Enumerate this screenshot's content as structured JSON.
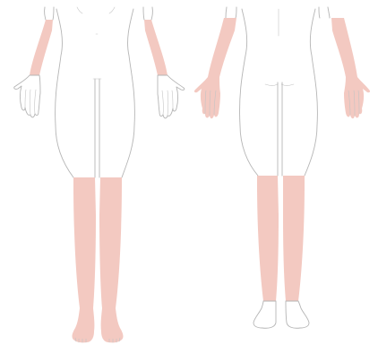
{
  "colors": {
    "background": "#ffffff",
    "highlight": "#f3c9c1",
    "outline": "#b5b5b5"
  },
  "figures": [
    {
      "view": "front",
      "highlighted_regions": [
        "left-forearm",
        "right-forearm",
        "left-lower-leg",
        "right-lower-leg",
        "left-foot",
        "right-foot"
      ]
    },
    {
      "view": "back",
      "highlighted_regions": [
        "left-forearm",
        "right-forearm",
        "left-lower-leg",
        "right-lower-leg"
      ]
    }
  ]
}
